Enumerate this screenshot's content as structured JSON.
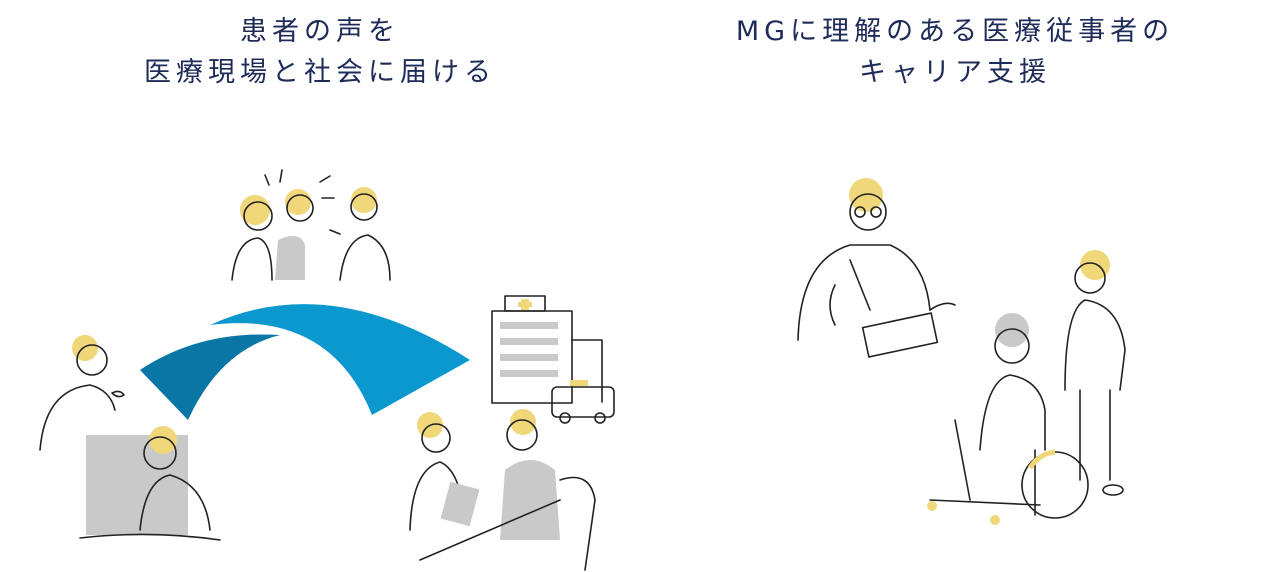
{
  "sections": [
    {
      "title_lines": [
        "患者の声を",
        "医療現場と社会に届ける"
      ]
    },
    {
      "title_lines": [
        "MGに理解のある医療従事者の",
        "キャリア支援"
      ]
    }
  ],
  "colors": {
    "heading": "#1f2b58",
    "arc_light": "#0a98cf",
    "arc_dark": "#0a76a6",
    "hair": "#f0d77a"
  }
}
